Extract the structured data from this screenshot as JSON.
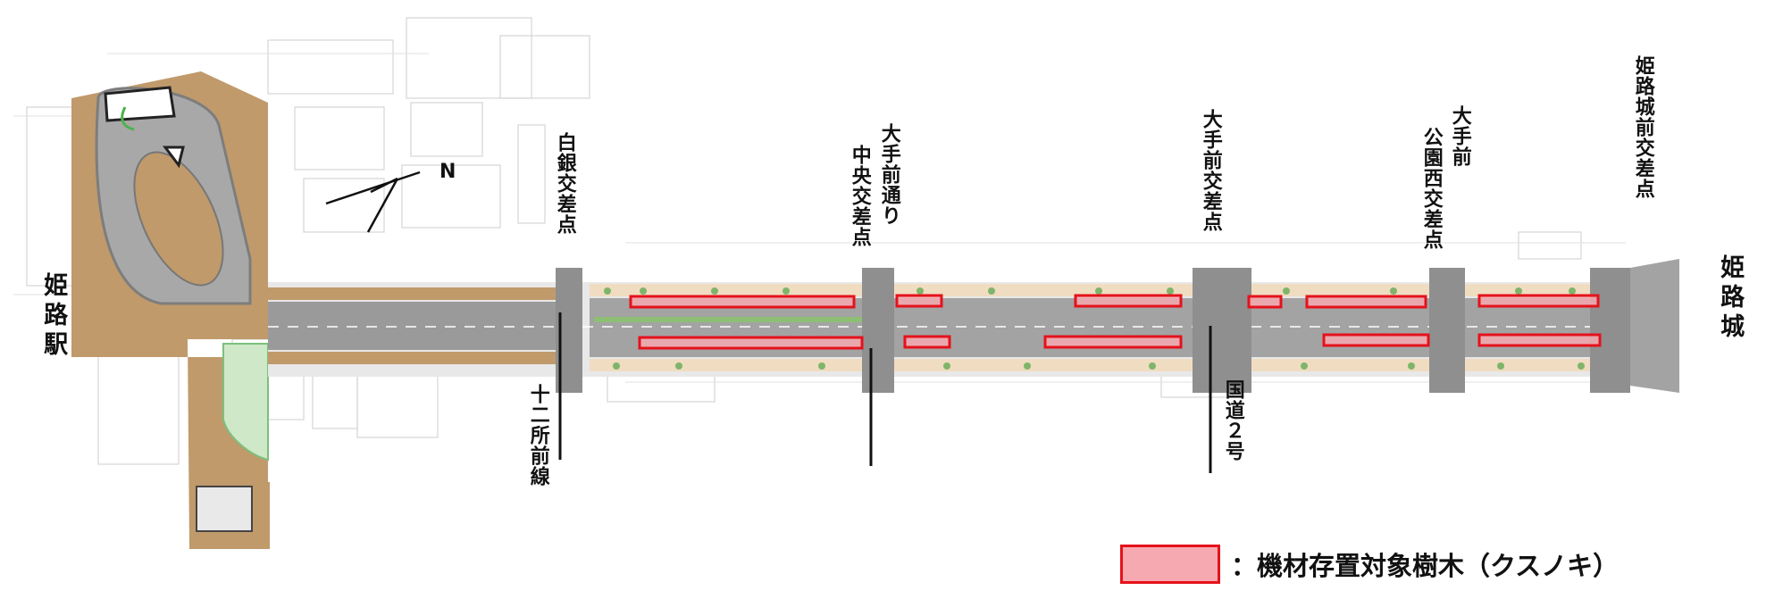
{
  "map": {
    "places": {
      "himeji_station": "姫路駅",
      "himeji_castle": "姫路城",
      "north_arrow": "N"
    },
    "intersections": [
      {
        "id": "shirogane",
        "name": "白銀交差点"
      },
      {
        "id": "otemae_dori_chuo_line1",
        "name": "大手前通り"
      },
      {
        "id": "otemae_dori_chuo_line2",
        "name": "中央交差点"
      },
      {
        "id": "otemae",
        "name": "大手前交差点"
      },
      {
        "id": "otemae_park_line1",
        "name": "大手前"
      },
      {
        "id": "otemae_park_line2",
        "name": "公園西交差点"
      },
      {
        "id": "himejijo_mae",
        "name": "姫路城前交差点"
      }
    ],
    "roads": [
      {
        "id": "juunisho_mae",
        "name": "十二所前線"
      },
      {
        "id": "route2",
        "name": "国道２号"
      }
    ],
    "colors": {
      "plaza": "#c09a6b",
      "road": "#9a9a9a",
      "median": "#8cbf73",
      "tree_area_fill": "#f6a9b0",
      "tree_area_border": "#e5121b"
    }
  },
  "legend": {
    "items": [
      {
        "label": "：機材存置対象樹木（クスノキ）"
      }
    ]
  }
}
